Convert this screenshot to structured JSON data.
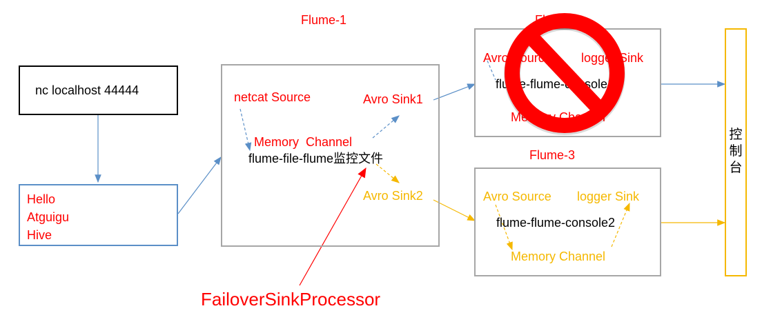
{
  "agents": {
    "flume1": {
      "title": "Flume-1",
      "center": "flume-file-flume监控文件",
      "source": "netcat Source",
      "channel": "Memory  Channel",
      "sink1": "Avro Sink1",
      "sink2": "Avro Sink2"
    },
    "flume2": {
      "title": "Flume-2",
      "source": "Avro Source",
      "sink": "logger Sink",
      "center": "flume-flume-console1",
      "channel": "Memory Channel"
    },
    "flume3": {
      "title": "Flume-3",
      "source": "Avro Source",
      "sink": "logger Sink",
      "center": "flume-flume-console2",
      "channel": "Memory Channel"
    }
  },
  "input": {
    "command": "nc localhost 44444",
    "lines": [
      "Hello",
      "Atguigu",
      "Hive"
    ]
  },
  "console": {
    "label": "控制台"
  },
  "processor": {
    "label": "FailoverSinkProcessor"
  },
  "colors": {
    "red": "#ff0000",
    "orange": "#f5b800",
    "blue": "#5b8fc7",
    "gray": "#a6a6a6"
  },
  "icons": {
    "prohibited": "no-entry-sign"
  }
}
